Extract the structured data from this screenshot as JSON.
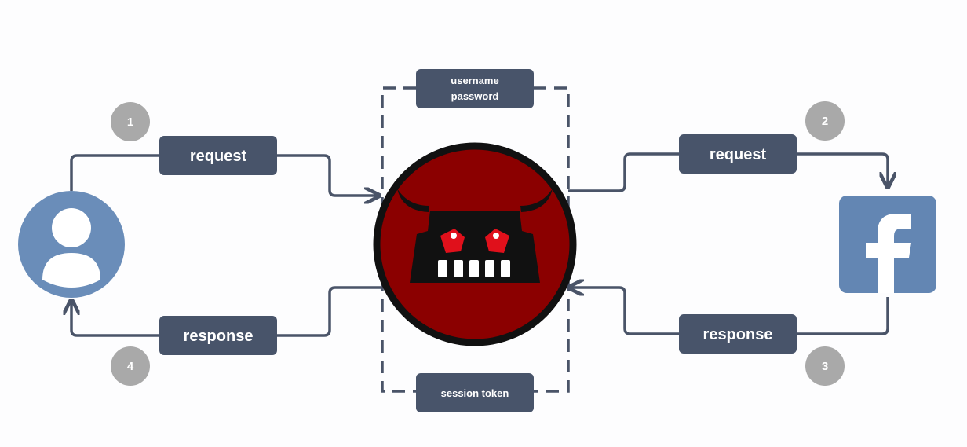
{
  "colors": {
    "label_bg": "#48546a",
    "connector": "#4a5468",
    "step_badge": "#a9a9a9",
    "user_blue": "#6a8db9",
    "facebook_blue": "#6386b3",
    "attacker_red": "#8b0000",
    "attacker_ring": "#111111",
    "eye_red": "#e0101b"
  },
  "icons": {
    "user": "user-avatar-icon",
    "attacker": "demon-attacker-icon",
    "facebook": "facebook-logo-icon"
  },
  "credentials": {
    "line1": "username",
    "line2": "password"
  },
  "session_token": "session token",
  "left": {
    "request_label": "request",
    "response_label": "response",
    "request_step": "1",
    "response_step": "4"
  },
  "right": {
    "request_label": "request",
    "response_label": "response",
    "request_step": "2",
    "response_step": "3"
  }
}
